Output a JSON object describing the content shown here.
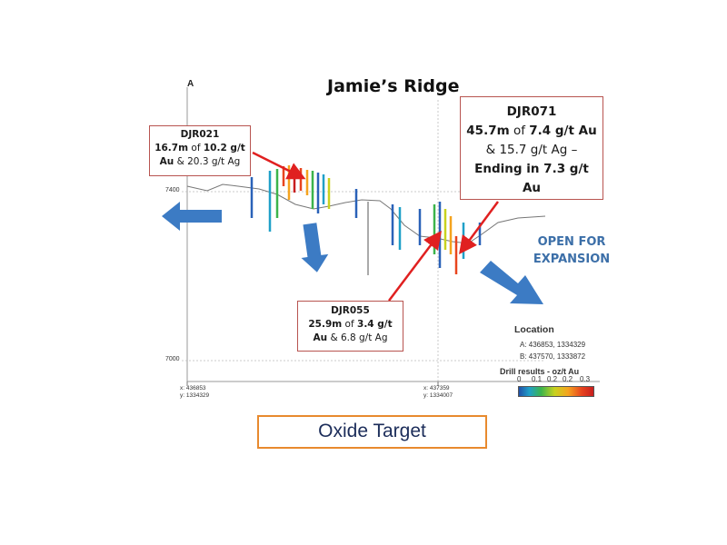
{
  "section": {
    "label": "A",
    "title": "Jamie’s Ridge"
  },
  "axis": {
    "elev_top": "7400",
    "elev_bottom": "7000",
    "left_coord": {
      "x": "x: 436853",
      "y": "y: 1334329"
    },
    "mid_coord": {
      "x": "x: 437359",
      "y": "y: 1334007"
    }
  },
  "callouts": {
    "djr021": {
      "id": "DJR021",
      "len": "16.7m",
      "of": "of",
      "grade": "10.2 g/t",
      "au": "Au",
      "amp": "& 20.3 g/t Ag"
    },
    "djr055": {
      "id": "DJR055",
      "len": "25.9m",
      "of": "of",
      "grade": "3.4 g/t",
      "au": "Au",
      "amp": "& 6.8 g/t Ag"
    },
    "djr071": {
      "id": "DJR071",
      "len": "45.7m",
      "of": "of",
      "grade": "7.4 g/t Au",
      "ag": "& 15.7 g/t Ag –",
      "end1": "Ending in 7.3 g/t",
      "end2": "Au"
    }
  },
  "expansion": {
    "line1": "OPEN FOR",
    "line2": "EXPANSION"
  },
  "legend": {
    "title": "Location",
    "a": "A:   436853, 1334329",
    "b": "B:   437570, 1333872",
    "scale_title": "Drill results - oz/t Au",
    "ticks": [
      "0",
      "0.1",
      "0.2",
      "0.2",
      "0.3"
    ]
  },
  "footer": {
    "label": "Oxide Target"
  },
  "colors": {
    "callout_border": "#b85450",
    "arrow_red": "#e02020",
    "arrow_blue": "#3c7bc4",
    "expansion_text": "#3c6fa8",
    "footer_border": "#e88a2e",
    "footer_text": "#1c2d5a"
  },
  "icons": {
    "big_arrows": "block-arrow-icon",
    "pointers": "red-pointer-arrow-icon"
  }
}
